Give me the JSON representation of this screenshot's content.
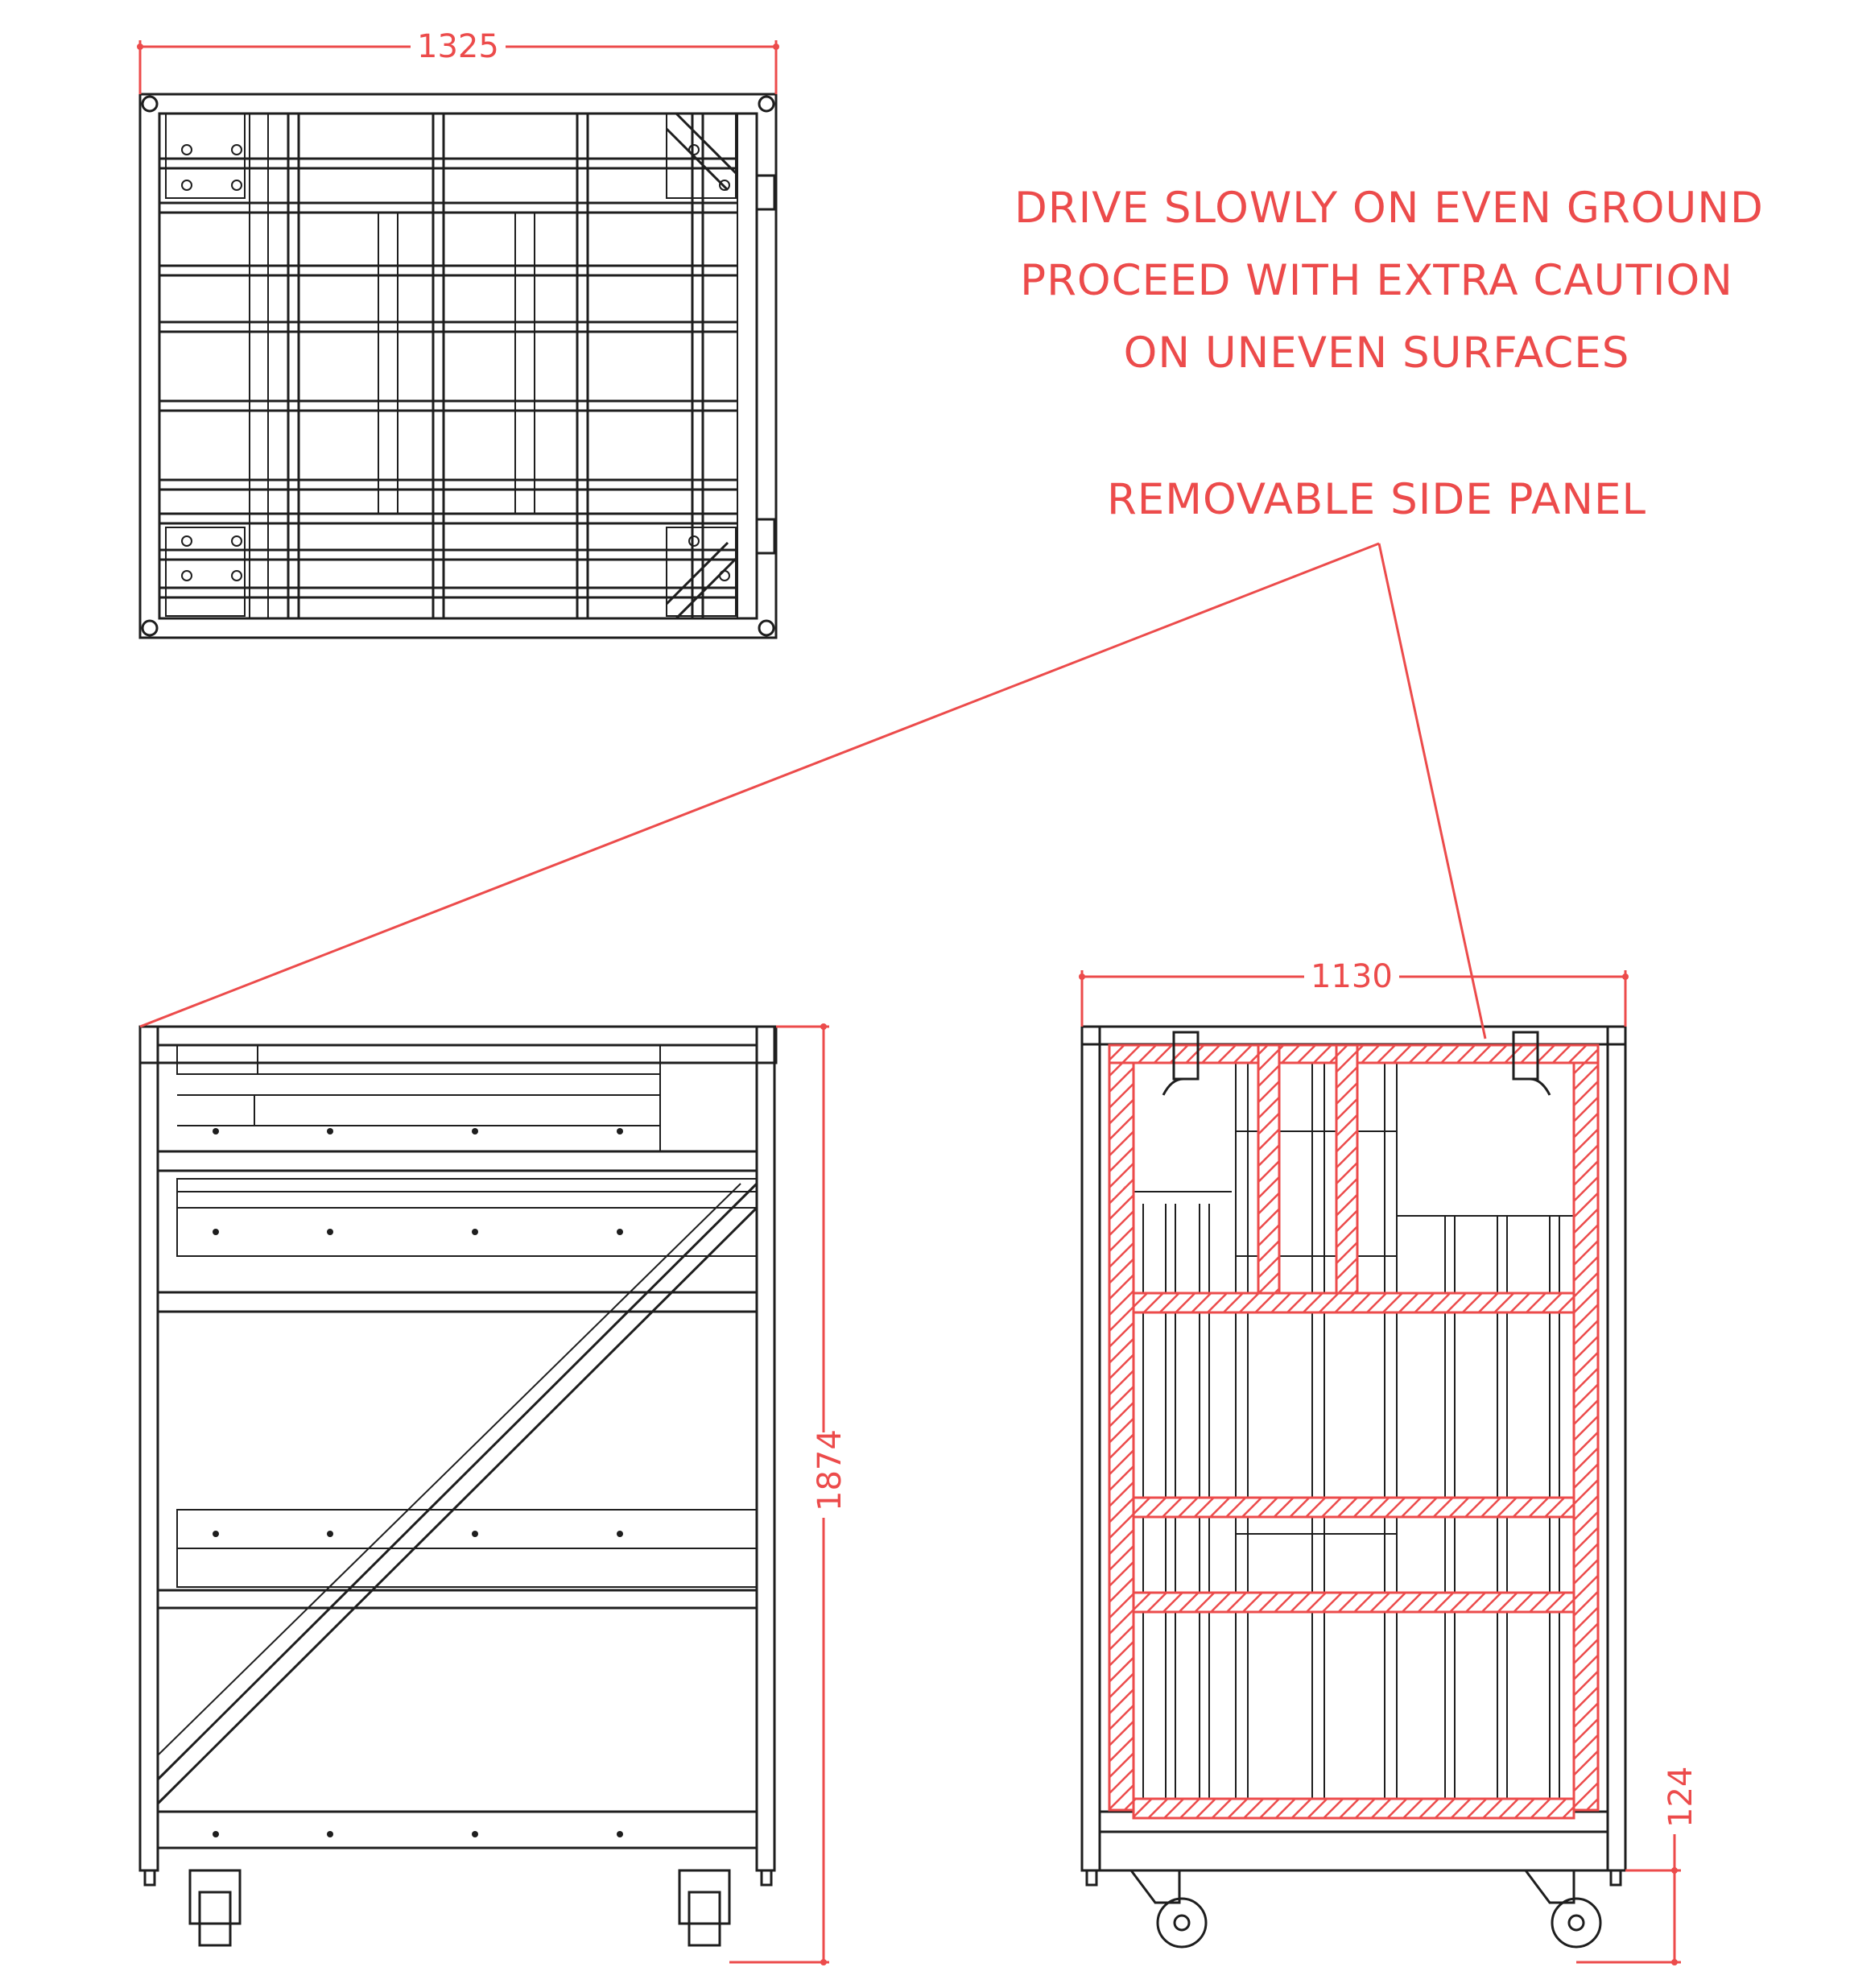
{
  "notes": {
    "line1": "DRIVE SLOWLY ON EVEN GROUND",
    "line2": "PROCEED WITH EXTRA CAUTION",
    "line3": "ON UNEVEN SURFACES",
    "callout": "REMOVABLE SIDE PANEL"
  },
  "dimensions": {
    "top_width": "1325",
    "side_height": "1874",
    "front_width": "1130",
    "front_clearance": "124"
  },
  "colors": {
    "annotation": "#ec4b4b",
    "linework": "#1e1e1e"
  }
}
